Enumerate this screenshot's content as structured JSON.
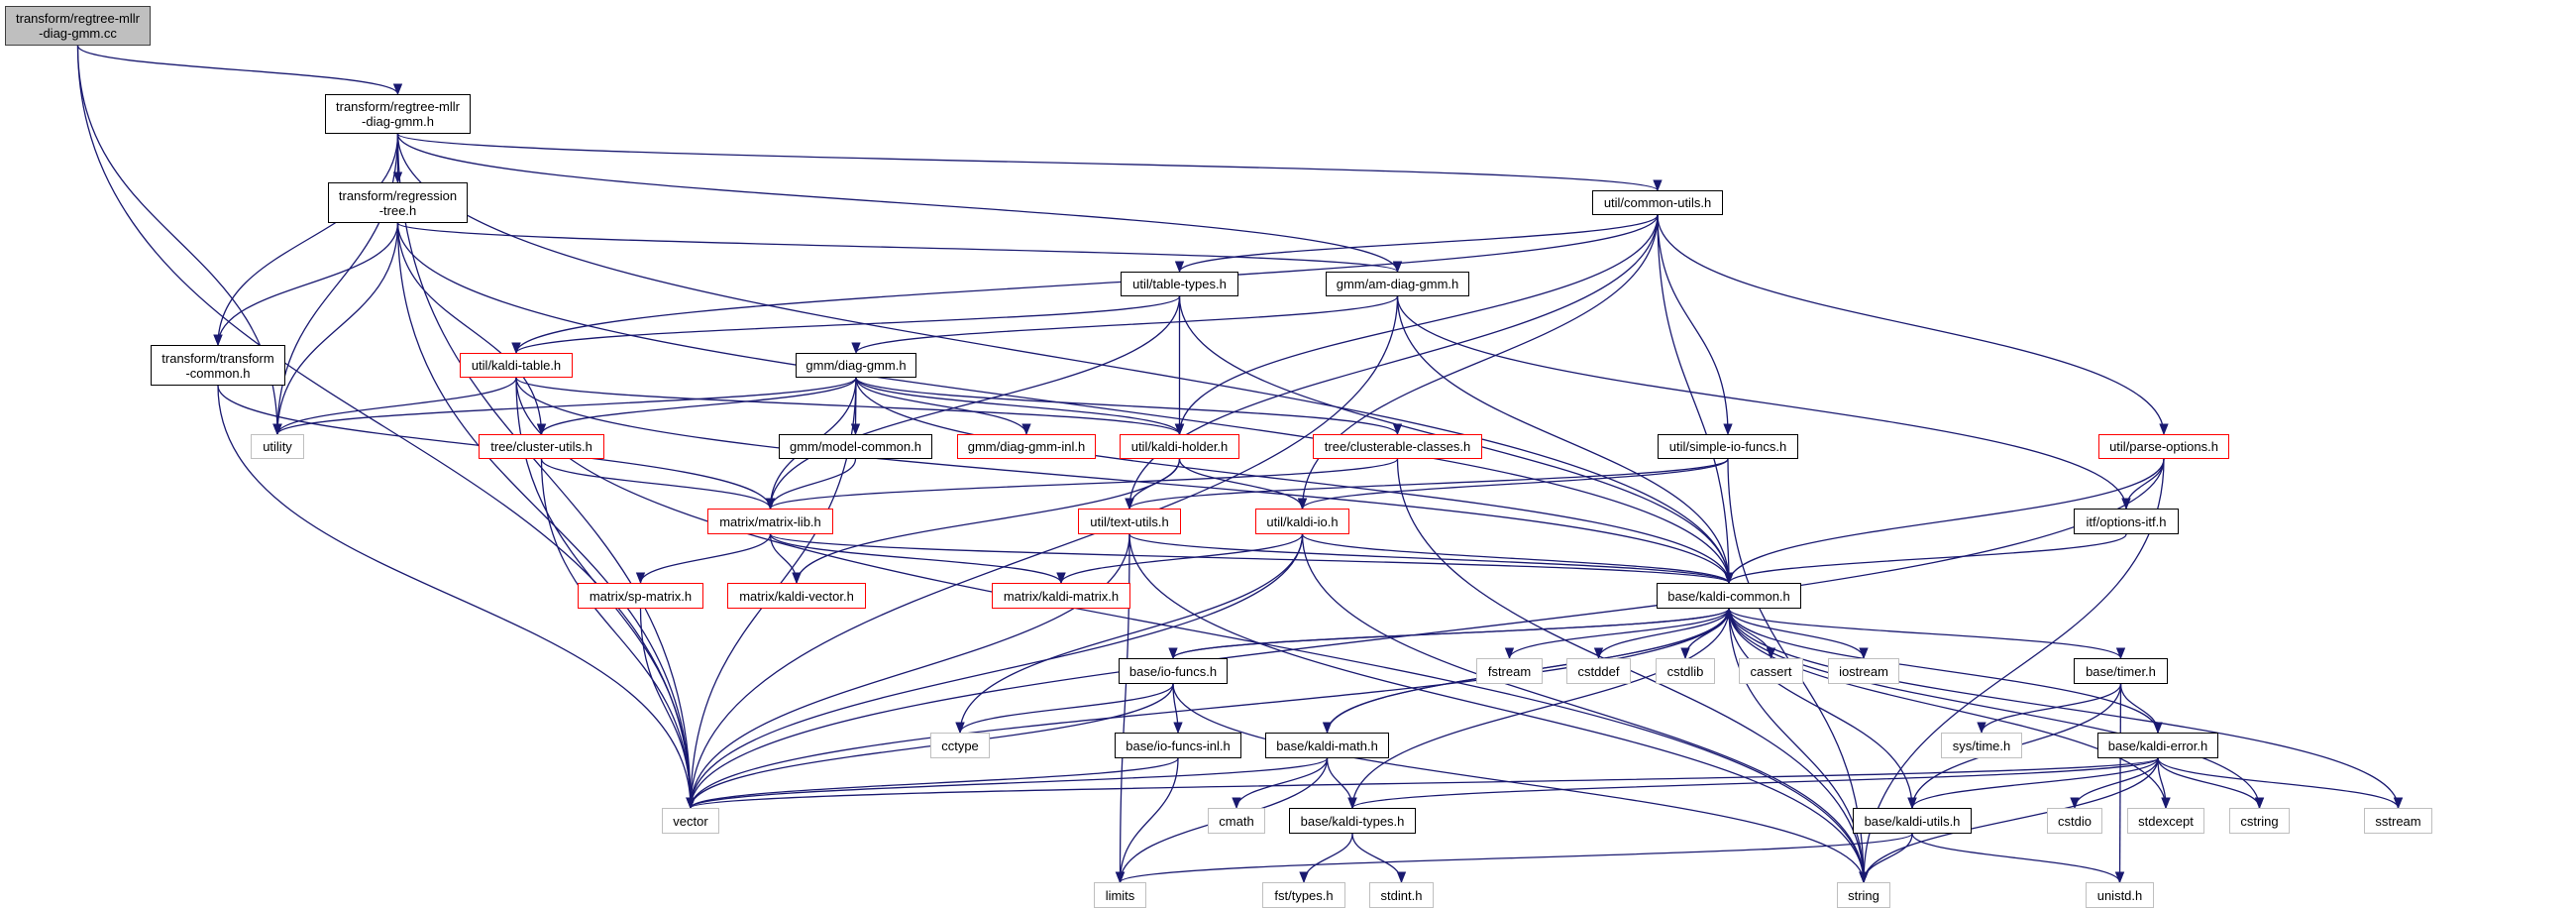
{
  "colors": {
    "edge": "#191970",
    "root_fill": "#bfbfbf",
    "highlight_border": "#ff0000",
    "system_border": "#bfbfbf",
    "node_border": "#000000"
  },
  "nodes": [
    {
      "id": "root",
      "label": "transform/regtree-mllr\n-diag-gmm.cc",
      "kind": "root"
    },
    {
      "id": "rmh",
      "label": "transform/regtree-mllr\n-diag-gmm.h",
      "kind": "normal"
    },
    {
      "id": "rt",
      "label": "transform/regression\n-tree.h",
      "kind": "normal"
    },
    {
      "id": "tc",
      "label": "transform/transform\n-common.h",
      "kind": "normal"
    },
    {
      "id": "utility",
      "label": "utility",
      "kind": "system"
    },
    {
      "id": "ktable",
      "label": "util/kaldi-table.h",
      "kind": "red"
    },
    {
      "id": "cluster",
      "label": "tree/cluster-utils.h",
      "kind": "red"
    },
    {
      "id": "cu",
      "label": "util/common-utils.h",
      "kind": "normal"
    },
    {
      "id": "tt",
      "label": "util/table-types.h",
      "kind": "normal"
    },
    {
      "id": "amdg",
      "label": "gmm/am-diag-gmm.h",
      "kind": "normal"
    },
    {
      "id": "dg",
      "label": "gmm/diag-gmm.h",
      "kind": "normal"
    },
    {
      "id": "mc",
      "label": "gmm/model-common.h",
      "kind": "normal"
    },
    {
      "id": "dginl",
      "label": "gmm/diag-gmm-inl.h",
      "kind": "red"
    },
    {
      "id": "holder",
      "label": "util/kaldi-holder.h",
      "kind": "red"
    },
    {
      "id": "cc",
      "label": "tree/clusterable-classes.h",
      "kind": "red"
    },
    {
      "id": "sio",
      "label": "util/simple-io-funcs.h",
      "kind": "normal"
    },
    {
      "id": "po",
      "label": "util/parse-options.h",
      "kind": "red"
    },
    {
      "id": "oi",
      "label": "itf/options-itf.h",
      "kind": "normal"
    },
    {
      "id": "ml",
      "label": "matrix/matrix-lib.h",
      "kind": "red"
    },
    {
      "id": "txt",
      "label": "util/text-utils.h",
      "kind": "red"
    },
    {
      "id": "kio",
      "label": "util/kaldi-io.h",
      "kind": "red"
    },
    {
      "id": "kc",
      "label": "base/kaldi-common.h",
      "kind": "normal"
    },
    {
      "id": "sp",
      "label": "matrix/sp-matrix.h",
      "kind": "red"
    },
    {
      "id": "kv",
      "label": "matrix/kaldi-vector.h",
      "kind": "red"
    },
    {
      "id": "km",
      "label": "matrix/kaldi-matrix.h",
      "kind": "red"
    },
    {
      "id": "fstream",
      "label": "fstream",
      "kind": "system"
    },
    {
      "id": "cstddef",
      "label": "cstddef",
      "kind": "system"
    },
    {
      "id": "cstdlib",
      "label": "cstdlib",
      "kind": "system"
    },
    {
      "id": "cassert",
      "label": "cassert",
      "kind": "system"
    },
    {
      "id": "iostream",
      "label": "iostream",
      "kind": "system"
    },
    {
      "id": "iof",
      "label": "base/io-funcs.h",
      "kind": "normal"
    },
    {
      "id": "timer",
      "label": "base/timer.h",
      "kind": "normal"
    },
    {
      "id": "cctype",
      "label": "cctype",
      "kind": "system"
    },
    {
      "id": "iofinl",
      "label": "base/io-funcs-inl.h",
      "kind": "normal"
    },
    {
      "id": "kmath",
      "label": "base/kaldi-math.h",
      "kind": "normal"
    },
    {
      "id": "systime",
      "label": "sys/time.h",
      "kind": "system"
    },
    {
      "id": "kerr",
      "label": "base/kaldi-error.h",
      "kind": "normal"
    },
    {
      "id": "vector",
      "label": "vector",
      "kind": "system"
    },
    {
      "id": "cmath",
      "label": "cmath",
      "kind": "system"
    },
    {
      "id": "ktypes",
      "label": "base/kaldi-types.h",
      "kind": "normal"
    },
    {
      "id": "kutils",
      "label": "base/kaldi-utils.h",
      "kind": "normal"
    },
    {
      "id": "cstdio",
      "label": "cstdio",
      "kind": "system"
    },
    {
      "id": "stdexcept",
      "label": "stdexcept",
      "kind": "system"
    },
    {
      "id": "cstring",
      "label": "cstring",
      "kind": "system"
    },
    {
      "id": "sstream",
      "label": "sstream",
      "kind": "system"
    },
    {
      "id": "limits",
      "label": "limits",
      "kind": "system"
    },
    {
      "id": "fsttypes",
      "label": "fst/types.h",
      "kind": "system"
    },
    {
      "id": "stdint",
      "label": "stdint.h",
      "kind": "system"
    },
    {
      "id": "string",
      "label": "string",
      "kind": "system"
    },
    {
      "id": "unistd",
      "label": "unistd.h",
      "kind": "system"
    }
  ],
  "edges": [
    [
      "root",
      "rmh"
    ],
    [
      "root",
      "utility"
    ],
    [
      "root",
      "vector"
    ],
    [
      "rmh",
      "rt"
    ],
    [
      "rmh",
      "tc"
    ],
    [
      "rmh",
      "vector"
    ],
    [
      "rmh",
      "cu"
    ],
    [
      "rmh",
      "amdg"
    ],
    [
      "rmh",
      "kc"
    ],
    [
      "rmh",
      "utility"
    ],
    [
      "rt",
      "tc"
    ],
    [
      "rt",
      "vector"
    ],
    [
      "rt",
      "utility"
    ],
    [
      "rt",
      "cluster"
    ],
    [
      "rt",
      "amdg"
    ],
    [
      "rt",
      "kc"
    ],
    [
      "tc",
      "ml"
    ],
    [
      "tc",
      "vector"
    ],
    [
      "cu",
      "ktable"
    ],
    [
      "cu",
      "tt"
    ],
    [
      "cu",
      "holder"
    ],
    [
      "cu",
      "txt"
    ],
    [
      "cu",
      "kio"
    ],
    [
      "cu",
      "sio"
    ],
    [
      "cu",
      "po"
    ],
    [
      "cu",
      "kc"
    ],
    [
      "tt",
      "ktable"
    ],
    [
      "tt",
      "holder"
    ],
    [
      "tt",
      "ml"
    ],
    [
      "tt",
      "kc"
    ],
    [
      "amdg",
      "dg"
    ],
    [
      "amdg",
      "vector"
    ],
    [
      "amdg",
      "kc"
    ],
    [
      "amdg",
      "oi"
    ],
    [
      "ktable",
      "utility"
    ],
    [
      "ktable",
      "vector"
    ],
    [
      "ktable",
      "string"
    ],
    [
      "ktable",
      "holder"
    ],
    [
      "ktable",
      "kc"
    ],
    [
      "dg",
      "utility"
    ],
    [
      "dg",
      "vector"
    ],
    [
      "dg",
      "ml"
    ],
    [
      "dg",
      "mc"
    ],
    [
      "dg",
      "dginl"
    ],
    [
      "dg",
      "holder"
    ],
    [
      "dg",
      "cluster"
    ],
    [
      "dg",
      "cc"
    ],
    [
      "dg",
      "kc"
    ],
    [
      "mc",
      "ml"
    ],
    [
      "cluster",
      "ml"
    ],
    [
      "cluster",
      "vector"
    ],
    [
      "holder",
      "txt"
    ],
    [
      "holder",
      "kio"
    ],
    [
      "holder",
      "kv"
    ],
    [
      "cc",
      "ml"
    ],
    [
      "cc",
      "string"
    ],
    [
      "sio",
      "kio"
    ],
    [
      "sio",
      "txt"
    ],
    [
      "sio",
      "string"
    ],
    [
      "po",
      "oi"
    ],
    [
      "po",
      "kc"
    ],
    [
      "po",
      "string"
    ],
    [
      "po",
      "vector"
    ],
    [
      "oi",
      "kc"
    ],
    [
      "ml",
      "sp"
    ],
    [
      "ml",
      "kv"
    ],
    [
      "ml",
      "km"
    ],
    [
      "ml",
      "kc"
    ],
    [
      "txt",
      "vector"
    ],
    [
      "txt",
      "string"
    ],
    [
      "txt",
      "limits"
    ],
    [
      "txt",
      "kc"
    ],
    [
      "kio",
      "km"
    ],
    [
      "kio",
      "vector"
    ],
    [
      "kio",
      "cctype"
    ],
    [
      "kio",
      "string"
    ],
    [
      "kio",
      "kc"
    ],
    [
      "sp",
      "vector"
    ],
    [
      "kc",
      "fstream"
    ],
    [
      "kc",
      "cstddef"
    ],
    [
      "kc",
      "cstdlib"
    ],
    [
      "kc",
      "cassert"
    ],
    [
      "kc",
      "iostream"
    ],
    [
      "kc",
      "iof"
    ],
    [
      "kc",
      "timer"
    ],
    [
      "kc",
      "kerr"
    ],
    [
      "kc",
      "kutils"
    ],
    [
      "kc",
      "kmath"
    ],
    [
      "kc",
      "ktypes"
    ],
    [
      "kc",
      "vector"
    ],
    [
      "kc",
      "string"
    ],
    [
      "kc",
      "sstream"
    ],
    [
      "kc",
      "cstring"
    ],
    [
      "kc",
      "stdexcept"
    ],
    [
      "iof",
      "cctype"
    ],
    [
      "iof",
      "vector"
    ],
    [
      "iof",
      "iofinl"
    ],
    [
      "iof",
      "kc"
    ],
    [
      "iof",
      "string"
    ],
    [
      "iofinl",
      "vector"
    ],
    [
      "iofinl",
      "limits"
    ],
    [
      "kmath",
      "vector"
    ],
    [
      "kmath",
      "cmath"
    ],
    [
      "kmath",
      "ktypes"
    ],
    [
      "kmath",
      "limits"
    ],
    [
      "kmath",
      "kc"
    ],
    [
      "ktypes",
      "fsttypes"
    ],
    [
      "ktypes",
      "stdint"
    ],
    [
      "timer",
      "systime"
    ],
    [
      "timer",
      "kerr"
    ],
    [
      "timer",
      "kutils"
    ],
    [
      "timer",
      "unistd"
    ],
    [
      "kerr",
      "vector"
    ],
    [
      "kerr",
      "ktypes"
    ],
    [
      "kerr",
      "kutils"
    ],
    [
      "kerr",
      "cstdio"
    ],
    [
      "kerr",
      "stdexcept"
    ],
    [
      "kerr",
      "cstring"
    ],
    [
      "kerr",
      "sstream"
    ],
    [
      "kerr",
      "string"
    ],
    [
      "kutils",
      "limits"
    ],
    [
      "kutils",
      "string"
    ],
    [
      "kutils",
      "unistd"
    ]
  ]
}
